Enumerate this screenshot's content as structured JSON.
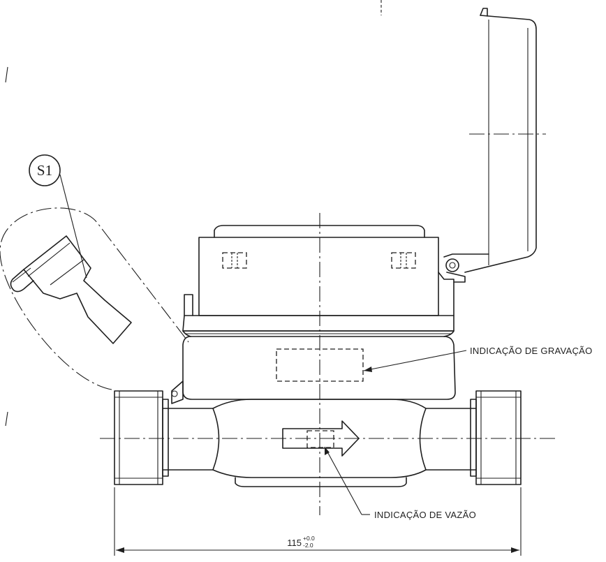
{
  "callouts": {
    "detail_marker": "S1",
    "engraving_label": "INDICAÇÃO DE GRAVAÇÃO",
    "flow_label": "INDICAÇÃO DE VAZÃO"
  },
  "dimension": {
    "nominal": "115",
    "upper_tolerance": "+0.0",
    "lower_tolerance": "-2.0"
  }
}
